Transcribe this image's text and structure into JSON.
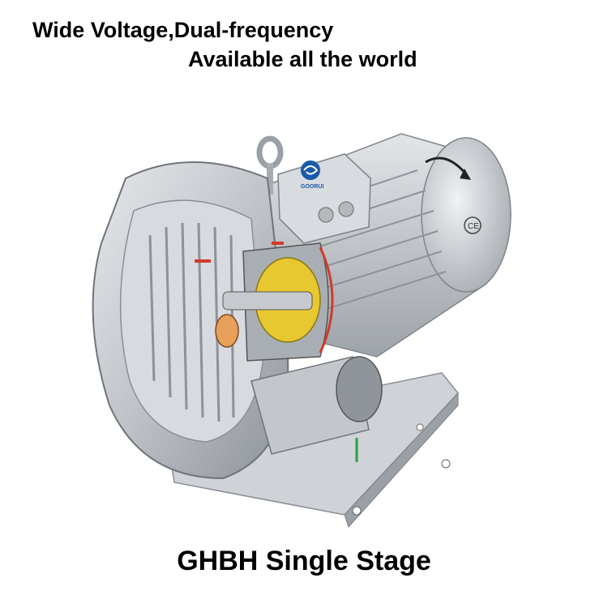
{
  "header": {
    "line1": "Wide Voltage,Dual-frequency",
    "line2": "Available all the world"
  },
  "caption": "GHBH Single Stage",
  "logo_text": "GOORUI",
  "colors": {
    "background": "#ffffff",
    "text": "#000000",
    "metal": "#b9bdc2",
    "cutaway_yellow": "#e8c830",
    "accent_red": "#d23a2a",
    "logo_blue": "#1a5aa8"
  }
}
